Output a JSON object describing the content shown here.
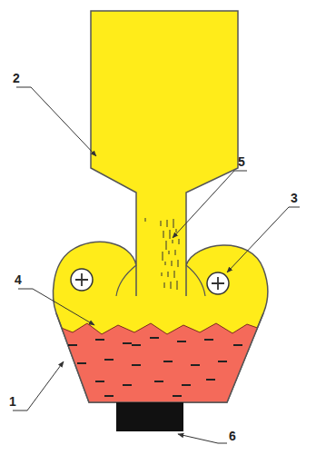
{
  "diagram": {
    "labels": [
      "2",
      "5",
      "3",
      "4",
      "1",
      "6"
    ]
  }
}
